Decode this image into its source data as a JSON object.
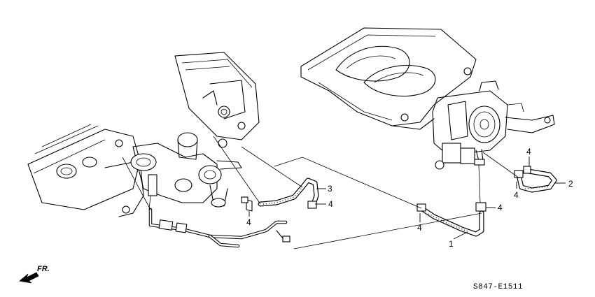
{
  "diagram": {
    "callouts": {
      "part_1": "1",
      "part_2": "2",
      "part_3": "3",
      "part_4": "4"
    },
    "direction_label": "FR.",
    "drawing_code": "S847-E1511"
  }
}
